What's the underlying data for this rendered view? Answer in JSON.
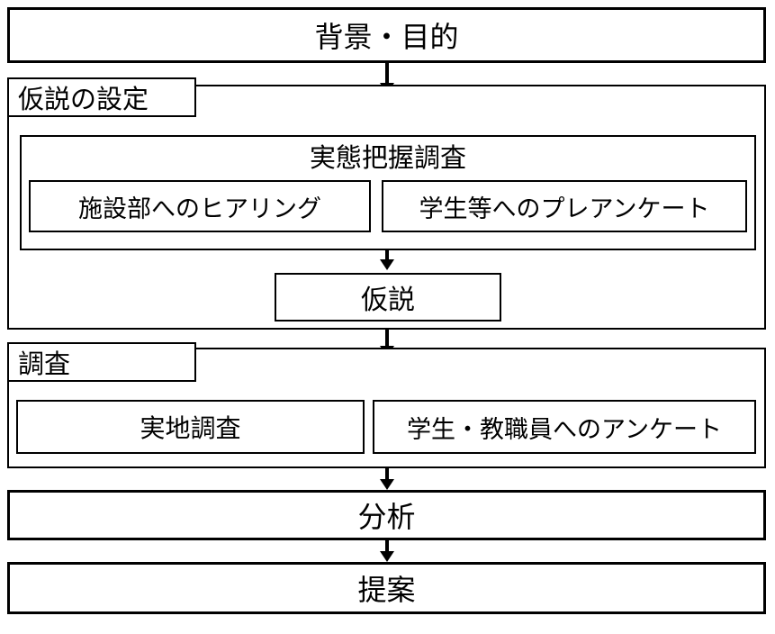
{
  "title": "背景・目的",
  "hypothesis_section": {
    "label": "仮説の設定",
    "survey_box": {
      "title": "実態把握調査",
      "items": [
        "施設部へのヒアリング",
        "学生等へのプレアンケート"
      ]
    },
    "result": "仮説"
  },
  "investigation_section": {
    "label": "調査",
    "items": [
      "実地調査",
      "学生・教職員へのアンケート"
    ]
  },
  "analysis": "分析",
  "proposal": "提案"
}
